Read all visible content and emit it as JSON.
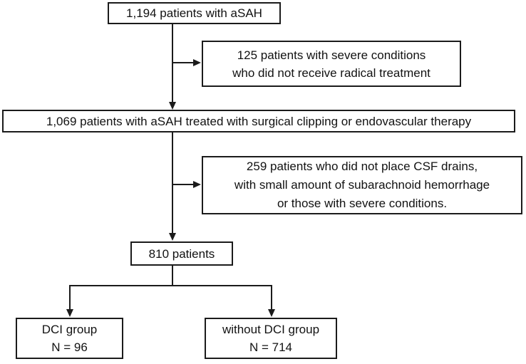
{
  "figure": {
    "kind": "patient-flow-diagram",
    "background_color": "#ffffff",
    "line_color": "#1b1b1b",
    "text_color": "#121212"
  },
  "nodes": {
    "total": {
      "lines": [
        "1,194 patients with aSAH"
      ]
    },
    "excluded_severe": {
      "lines": [
        "125 patients with severe conditions",
        "who did not receive radical treatment"
      ]
    },
    "treated": {
      "lines": [
        "1,069 patients with aSAH treated with surgical clipping or endovascular therapy"
      ]
    },
    "excluded_csf": {
      "lines": [
        "259 patients who did not place CSF drains,",
        "with small amount of subarachnoid hemorrhage",
        "or those with severe conditions."
      ]
    },
    "final": {
      "lines": [
        "810 patients"
      ]
    },
    "dci_group": {
      "lines": [
        "DCI group",
        "N = 96"
      ]
    },
    "without_dci_group": {
      "lines": [
        "without DCI group",
        "N = 714"
      ]
    }
  },
  "edges": [
    {
      "from": "total",
      "to": "treated",
      "type": "flow"
    },
    {
      "from": "total",
      "to": "excluded_severe",
      "type": "exclusion"
    },
    {
      "from": "treated",
      "to": "final",
      "type": "flow"
    },
    {
      "from": "treated",
      "to": "excluded_csf",
      "type": "exclusion"
    },
    {
      "from": "final",
      "to": "dci_group",
      "type": "flow"
    },
    {
      "from": "final",
      "to": "without_dci_group",
      "type": "flow"
    }
  ]
}
